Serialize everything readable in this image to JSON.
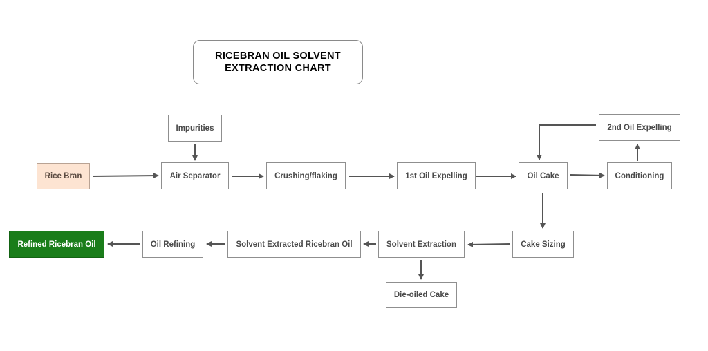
{
  "title": {
    "line1": "RICEBRAN OIL SOLVENT",
    "line2": "EXTRACTION CHART"
  },
  "colors": {
    "input_fill": "#fde4d2",
    "output_fill": "#1a7d1a",
    "arrow": "#555555",
    "border": "#8f8f8f"
  },
  "nodes": {
    "rice_bran": "Rice Bran",
    "impurities": "Impurities",
    "air_separator": "Air Separator",
    "crushing_flaking": "Crushing/flaking",
    "first_oil_expelling": "1st Oil Expelling",
    "oil_cake": "Oil Cake",
    "conditioning": "Conditioning",
    "second_oil_expelling": "2nd Oil Expelling",
    "cake_sizing": "Cake Sizing",
    "solvent_extraction": "Solvent Extraction",
    "die_oiled_cake": "Die-oiled Cake",
    "solvent_extracted_ricebran_oil": "Solvent Extracted Ricebran Oil",
    "oil_refining": "Oil Refining",
    "refined_ricebran_oil": "Refined Ricebran Oil"
  },
  "edges": [
    {
      "from": "impurities",
      "to": "air_separator"
    },
    {
      "from": "rice_bran",
      "to": "air_separator"
    },
    {
      "from": "air_separator",
      "to": "crushing_flaking"
    },
    {
      "from": "crushing_flaking",
      "to": "first_oil_expelling"
    },
    {
      "from": "first_oil_expelling",
      "to": "oil_cake"
    },
    {
      "from": "oil_cake",
      "to": "conditioning"
    },
    {
      "from": "conditioning",
      "to": "second_oil_expelling"
    },
    {
      "from": "second_oil_expelling",
      "to": "oil_cake"
    },
    {
      "from": "oil_cake",
      "to": "cake_sizing"
    },
    {
      "from": "cake_sizing",
      "to": "solvent_extraction"
    },
    {
      "from": "solvent_extraction",
      "to": "die_oiled_cake"
    },
    {
      "from": "solvent_extraction",
      "to": "solvent_extracted_ricebran_oil"
    },
    {
      "from": "solvent_extracted_ricebran_oil",
      "to": "oil_refining"
    },
    {
      "from": "oil_refining",
      "to": "refined_ricebran_oil"
    }
  ]
}
